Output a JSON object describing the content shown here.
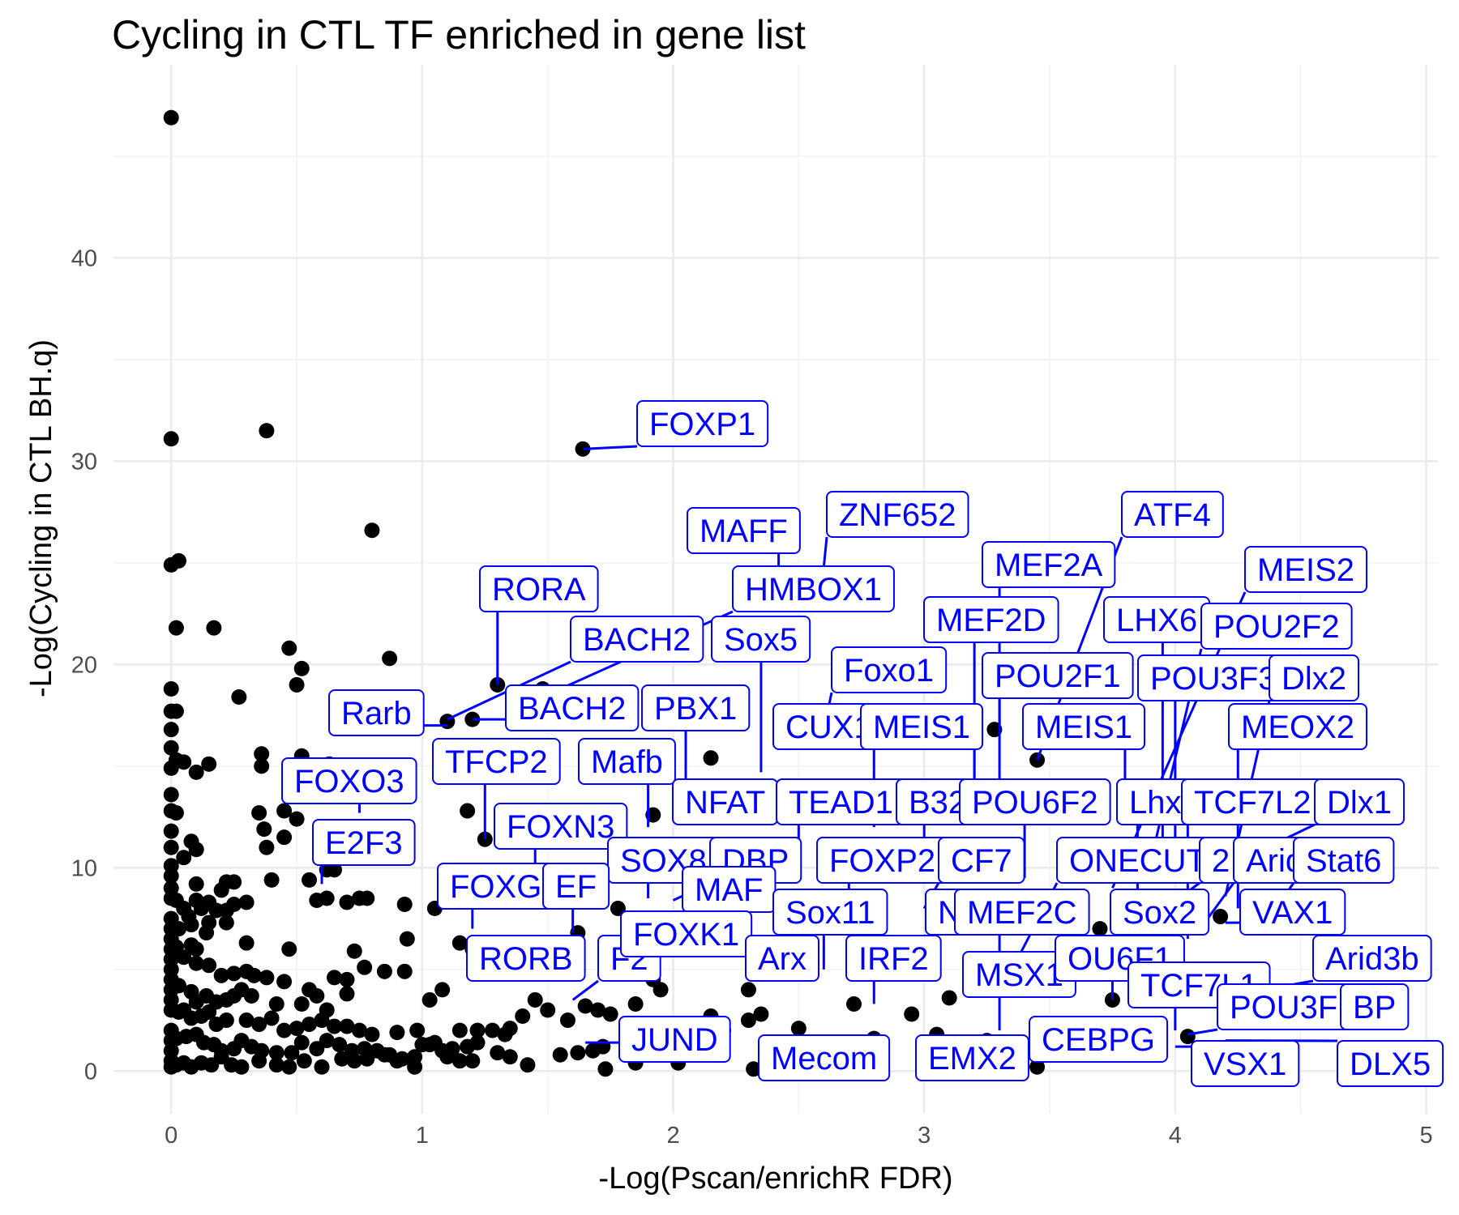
{
  "chart_data": {
    "type": "scatter",
    "title": "Cycling in CTL TF enriched in gene list",
    "xlabel": "-Log(Pscan/enrichR FDR)",
    "ylabel": "-Log(Cycling in CTL BH.q)",
    "xlim": [
      -0.23,
      5.05
    ],
    "ylim": [
      -2.1,
      49.5
    ],
    "x_ticks": [
      0,
      1,
      2,
      3,
      4,
      5
    ],
    "y_ticks": [
      0,
      10,
      20,
      30,
      40
    ],
    "grid": true,
    "point_color": "#000000",
    "label_color": "#0000ff",
    "labeled_points": [
      {
        "label": "FOXP1",
        "x": 1.64,
        "y": 30.6
      },
      {
        "label": "ZNF652",
        "x": 2.6,
        "y": 24.8
      },
      {
        "label": "MAFF",
        "x": 2.42,
        "y": 24.1
      },
      {
        "label": "ATF4",
        "x": 3.45,
        "y": 15.3
      },
      {
        "label": "RORA",
        "x": 1.3,
        "y": 19.0
      },
      {
        "label": "HMBOX1",
        "x": 1.55,
        "y": 18.8
      },
      {
        "label": "MEF2A",
        "x": 3.3,
        "y": 16.8
      },
      {
        "label": "MEIS2",
        "x": 3.75,
        "y": 9.0
      },
      {
        "label": "MEF2D",
        "x": 3.2,
        "y": 14.3
      },
      {
        "label": "LHX6",
        "x": 3.95,
        "y": 11.0
      },
      {
        "label": "POU2F2",
        "x": 3.9,
        "y": 10.2
      },
      {
        "label": "BACH2",
        "x": 1.1,
        "y": 17.3
      },
      {
        "label": "Sox5",
        "x": 2.35,
        "y": 14.7
      },
      {
        "label": "Foxo1",
        "x": 2.6,
        "y": 16.8
      },
      {
        "label": "POU2F1",
        "x": 3.3,
        "y": 12.5
      },
      {
        "label": "POU3F3",
        "x": 4.0,
        "y": 10.5
      },
      {
        "label": "Dlx2",
        "x": 4.2,
        "y": 8.6
      },
      {
        "label": "BACH2",
        "x": 1.2,
        "y": 17.3
      },
      {
        "label": "PBX1",
        "x": 2.05,
        "y": 13.5
      },
      {
        "label": "Rarb",
        "x": 1.1,
        "y": 17.0
      },
      {
        "label": "CUX1",
        "x": 2.8,
        "y": 12.0
      },
      {
        "label": "MEIS1",
        "x": 3.2,
        "y": 12.1
      },
      {
        "label": "MEIS1",
        "x": 3.8,
        "y": 13.6
      },
      {
        "label": "MEOX2",
        "x": 4.25,
        "y": 8.0
      },
      {
        "label": "TFCP2",
        "x": 1.25,
        "y": 11.4
      },
      {
        "label": "Mafb",
        "x": 1.9,
        "y": 12.0
      },
      {
        "label": "FOXO3",
        "x": 0.75,
        "y": 12.7
      },
      {
        "label": "NFAT",
        "x": 2.0,
        "y": 12.5
      },
      {
        "label": "TEAD1",
        "x": 2.5,
        "y": 10.5
      },
      {
        "label": "B32",
        "x": 3.0,
        "y": 10.5
      },
      {
        "label": "POU6F2",
        "x": 3.4,
        "y": 9.5
      },
      {
        "label": "Lhx",
        "x": 3.85,
        "y": 8.0
      },
      {
        "label": "TCF7L2",
        "x": 4.05,
        "y": 6.5
      },
      {
        "label": "Dlx1",
        "x": 4.35,
        "y": 10.9
      },
      {
        "label": "E2F3",
        "x": 0.6,
        "y": 9.2
      },
      {
        "label": "FOXN3",
        "x": 1.45,
        "y": 9.5
      },
      {
        "label": "SOX8",
        "x": 1.9,
        "y": 8.5
      },
      {
        "label": "DBP",
        "x": 2.0,
        "y": 8.4
      },
      {
        "label": "FOXP2",
        "x": 2.7,
        "y": 6.2
      },
      {
        "label": "CF7",
        "x": 3.0,
        "y": 8.0
      },
      {
        "label": "ONECUT2",
        "x": 3.35,
        "y": 5.0
      },
      {
        "label": "2",
        "x": 3.85,
        "y": 7.0
      },
      {
        "label": "Arid3",
        "x": 4.1,
        "y": 7.0
      },
      {
        "label": "Stat6",
        "x": 4.4,
        "y": 8.0
      },
      {
        "label": "FOXG1",
        "x": 1.2,
        "y": 7.0
      },
      {
        "label": "EF",
        "x": 1.6,
        "y": 6.8
      },
      {
        "label": "MAF",
        "x": 1.95,
        "y": 6.9
      },
      {
        "label": "Sox11",
        "x": 2.6,
        "y": 5.0
      },
      {
        "label": "NF",
        "x": 3.0,
        "y": 6.5
      },
      {
        "label": "MEF2C",
        "x": 3.3,
        "y": 5.4
      },
      {
        "label": "Sox2",
        "x": 3.9,
        "y": 4.5
      },
      {
        "label": "VAX1",
        "x": 4.2,
        "y": 7.3
      },
      {
        "label": "RORB",
        "x": 1.4,
        "y": 5.8
      },
      {
        "label": "F2",
        "x": 1.6,
        "y": 3.5
      },
      {
        "label": "FOXK1",
        "x": 1.8,
        "y": 5.0
      },
      {
        "label": "Arx",
        "x": 2.5,
        "y": 6.0
      },
      {
        "label": "IRF2",
        "x": 2.8,
        "y": 3.3
      },
      {
        "label": "MSX1",
        "x": 3.3,
        "y": 2.0
      },
      {
        "label": "OU6F1",
        "x": 3.75,
        "y": 3.5
      },
      {
        "label": "TCF7L1",
        "x": 4.0,
        "y": 2.0
      },
      {
        "label": "Arid3b",
        "x": 4.35,
        "y": 4.0
      },
      {
        "label": "POU3F1",
        "x": 4.05,
        "y": 1.8
      },
      {
        "label": "BP",
        "x": 4.35,
        "y": 2.5
      },
      {
        "label": "JUND",
        "x": 1.65,
        "y": 1.4
      },
      {
        "label": "Mecom",
        "x": 2.45,
        "y": 0.0
      },
      {
        "label": "EMX2",
        "x": 3.25,
        "y": 1.2
      },
      {
        "label": "CEBPG",
        "x": 3.5,
        "y": 1.2
      },
      {
        "label": "VSX1",
        "x": 4.0,
        "y": 1.2
      },
      {
        "label": "DLX5",
        "x": 4.2,
        "y": 1.5
      }
    ],
    "points": [
      [
        0,
        46.9
      ],
      [
        0,
        31.1
      ],
      [
        0.03,
        25.1
      ],
      [
        0,
        24.9
      ],
      [
        0.02,
        21.8
      ],
      [
        0.17,
        21.8
      ],
      [
        0.38,
        31.5
      ],
      [
        0.8,
        26.6
      ],
      [
        0.87,
        20.3
      ],
      [
        0.47,
        20.8
      ],
      [
        0.52,
        19.8
      ],
      [
        0,
        18.8
      ],
      [
        0.02,
        17.7
      ],
      [
        0,
        17.7
      ],
      [
        0,
        16.8
      ],
      [
        0.27,
        18.4
      ],
      [
        0.5,
        19.0
      ],
      [
        0,
        15.9
      ],
      [
        0.02,
        15.3
      ],
      [
        0.05,
        15.2
      ],
      [
        0,
        14.9
      ],
      [
        0.1,
        14.7
      ],
      [
        0.15,
        15.1
      ],
      [
        0.36,
        15.6
      ],
      [
        0.52,
        15.5
      ],
      [
        0.36,
        15.0
      ],
      [
        0.63,
        15.1
      ],
      [
        0.5,
        14.7
      ],
      [
        0,
        13.6
      ],
      [
        0,
        12.8
      ],
      [
        0.02,
        12.7
      ],
      [
        0.35,
        12.7
      ],
      [
        0.45,
        12.8
      ],
      [
        0.5,
        12.4
      ],
      [
        0,
        11.8
      ],
      [
        0.37,
        11.9
      ],
      [
        0.45,
        11.5
      ],
      [
        0.8,
        12.0
      ],
      [
        0.38,
        11.0
      ],
      [
        0,
        11.0
      ],
      [
        0.08,
        11.3
      ],
      [
        0.1,
        10.9
      ],
      [
        0.05,
        10.5
      ],
      [
        0,
        10.1
      ],
      [
        0,
        9.6
      ],
      [
        0.1,
        9.2
      ],
      [
        0.22,
        9.3
      ],
      [
        0.25,
        9.3
      ],
      [
        0.3,
        8.3
      ],
      [
        0.4,
        9.4
      ],
      [
        0.55,
        9.4
      ],
      [
        0.58,
        8.4
      ],
      [
        0.62,
        8.5
      ],
      [
        0.65,
        9.9
      ],
      [
        0.7,
        8.3
      ],
      [
        0.75,
        8.5
      ],
      [
        0.78,
        8.5
      ],
      [
        0.93,
        8.2
      ],
      [
        0,
        9.0
      ],
      [
        0,
        8.5
      ],
      [
        0.02,
        8.4
      ],
      [
        0.05,
        8.0
      ],
      [
        0.07,
        7.6
      ],
      [
        0.1,
        8.4
      ],
      [
        0.12,
        8.0
      ],
      [
        0.15,
        8.3
      ],
      [
        0.18,
        7.9
      ],
      [
        0.2,
        8.9
      ],
      [
        0.22,
        7.9
      ],
      [
        0.25,
        8.2
      ],
      [
        0,
        7.5
      ],
      [
        0,
        7.0
      ],
      [
        0.03,
        7.0
      ],
      [
        0.08,
        7.2
      ],
      [
        0.15,
        7.3
      ],
      [
        0.22,
        7.3
      ],
      [
        0,
        6.5
      ],
      [
        0,
        6.0
      ],
      [
        0.02,
        6.1
      ],
      [
        0.08,
        6.2
      ],
      [
        0.1,
        6.0
      ],
      [
        0.14,
        6.8
      ],
      [
        0.3,
        6.3
      ],
      [
        0.47,
        6.0
      ],
      [
        0.73,
        5.9
      ],
      [
        0,
        5.5
      ],
      [
        0,
        5.0
      ],
      [
        0.05,
        5.6
      ],
      [
        0.1,
        5.3
      ],
      [
        0.15,
        5.2
      ],
      [
        0.2,
        4.7
      ],
      [
        0.25,
        4.8
      ],
      [
        0.3,
        4.9
      ],
      [
        0.33,
        4.7
      ],
      [
        0.38,
        4.6
      ],
      [
        0.45,
        4.4
      ],
      [
        0.55,
        4.0
      ],
      [
        0.65,
        4.6
      ],
      [
        0.7,
        4.5
      ],
      [
        0.77,
        5.1
      ],
      [
        0.85,
        4.9
      ],
      [
        0.94,
        6.5
      ],
      [
        0,
        4.5
      ],
      [
        0,
        4.0
      ],
      [
        0.03,
        4.2
      ],
      [
        0.08,
        3.9
      ],
      [
        0.1,
        3.4
      ],
      [
        0.14,
        3.7
      ],
      [
        0.18,
        3.4
      ],
      [
        0.22,
        3.5
      ],
      [
        0.25,
        3.7
      ],
      [
        0.28,
        4.0
      ],
      [
        0.32,
        3.7
      ],
      [
        0.42,
        3.3
      ],
      [
        0.52,
        3.3
      ],
      [
        0.58,
        3.7
      ],
      [
        0.62,
        3.0
      ],
      [
        0.7,
        3.8
      ],
      [
        0,
        3.5
      ],
      [
        0,
        3.0
      ],
      [
        0.03,
        2.9
      ],
      [
        0.05,
        3.0
      ],
      [
        0.08,
        2.6
      ],
      [
        0.12,
        2.7
      ],
      [
        0.15,
        2.9
      ],
      [
        0.18,
        2.3
      ],
      [
        0.22,
        2.5
      ],
      [
        0.3,
        2.5
      ],
      [
        0.35,
        2.3
      ],
      [
        0.4,
        2.6
      ],
      [
        0.45,
        2.0
      ],
      [
        0.5,
        2.1
      ],
      [
        0.55,
        2.3
      ],
      [
        0.6,
        2.5
      ],
      [
        0.65,
        2.2
      ],
      [
        0.7,
        2.2
      ],
      [
        0.75,
        2.0
      ],
      [
        0.8,
        1.8
      ],
      [
        0.9,
        1.9
      ],
      [
        0.98,
        2.0
      ],
      [
        0,
        2.0
      ],
      [
        0,
        1.5
      ],
      [
        0.02,
        1.6
      ],
      [
        0.06,
        1.7
      ],
      [
        0.1,
        1.8
      ],
      [
        0.13,
        1.4
      ],
      [
        0.17,
        1.3
      ],
      [
        0.2,
        1.0
      ],
      [
        0.25,
        1.1
      ],
      [
        0.28,
        1.5
      ],
      [
        0.32,
        1.2
      ],
      [
        0.36,
        1.0
      ],
      [
        0.42,
        0.9
      ],
      [
        0.48,
        0.9
      ],
      [
        0.52,
        1.4
      ],
      [
        0.58,
        1.1
      ],
      [
        0.62,
        1.5
      ],
      [
        0.67,
        1.3
      ],
      [
        0.72,
        1.0
      ],
      [
        0.77,
        1.1
      ],
      [
        0.82,
        1.0
      ],
      [
        0.87,
        0.8
      ],
      [
        0.92,
        0.6
      ],
      [
        0.97,
        0.7
      ],
      [
        1.0,
        1.3
      ],
      [
        1.03,
        1.3
      ],
      [
        1.08,
        1.0
      ],
      [
        1.12,
        1.1
      ],
      [
        1.18,
        1.2
      ],
      [
        1.22,
        1.4
      ],
      [
        0,
        1.0
      ],
      [
        0,
        0.5
      ],
      [
        0,
        0.2
      ],
      [
        0.02,
        0.3
      ],
      [
        0.05,
        0.4
      ],
      [
        0.08,
        0.2
      ],
      [
        0.12,
        0.4
      ],
      [
        0.16,
        0.3
      ],
      [
        0.2,
        0.7
      ],
      [
        0.24,
        0.3
      ],
      [
        0.28,
        0.2
      ],
      [
        0.35,
        0.5
      ],
      [
        0.42,
        0.3
      ],
      [
        0.47,
        0.2
      ],
      [
        0.53,
        0.5
      ],
      [
        0.6,
        0.2
      ],
      [
        0.68,
        0.6
      ],
      [
        0.73,
        0.5
      ],
      [
        0.78,
        0.6
      ],
      [
        0.85,
        0.8
      ],
      [
        0.9,
        0.5
      ],
      [
        0.97,
        0.2
      ],
      [
        1.05,
        1.4
      ],
      [
        1.1,
        0.7
      ],
      [
        1.15,
        0.5
      ],
      [
        1.2,
        0.5
      ],
      [
        1.3,
        0.9
      ],
      [
        1.35,
        0.7
      ],
      [
        1.42,
        0.3
      ],
      [
        1.55,
        0.8
      ],
      [
        1.62,
        0.9
      ],
      [
        1.68,
        1.0
      ],
      [
        1.72,
        1.2
      ],
      [
        1.73,
        0.1
      ],
      [
        1.85,
        0.4
      ],
      [
        2.02,
        0.4
      ],
      [
        2.32,
        0.1
      ],
      [
        1.03,
        3.5
      ],
      [
        1.08,
        4.0
      ],
      [
        1.15,
        2.0
      ],
      [
        1.22,
        2.0
      ],
      [
        1.28,
        2.0
      ],
      [
        1.33,
        1.8
      ],
      [
        1.35,
        2.1
      ],
      [
        1.4,
        2.7
      ],
      [
        1.45,
        3.5
      ],
      [
        1.5,
        3.0
      ],
      [
        1.58,
        2.5
      ],
      [
        1.65,
        3.2
      ],
      [
        1.7,
        3.0
      ],
      [
        1.75,
        2.8
      ],
      [
        1.85,
        3.3
      ],
      [
        1.95,
        4.0
      ],
      [
        2.15,
        2.7
      ],
      [
        2.2,
        2.0
      ],
      [
        2.3,
        2.5
      ],
      [
        2.35,
        2.8
      ],
      [
        2.5,
        2.1
      ],
      [
        2.7,
        1.0
      ],
      [
        2.8,
        1.6
      ],
      [
        3.05,
        1.8
      ],
      [
        3.25,
        1.5
      ],
      [
        3.3,
        1.0
      ],
      [
        3.35,
        1.2
      ],
      [
        3.45,
        0.2
      ],
      [
        1.05,
        8.0
      ],
      [
        1.15,
        6.3
      ],
      [
        1.2,
        6.0
      ],
      [
        1.32,
        5.8
      ],
      [
        1.35,
        6.2
      ],
      [
        1.45,
        9.6
      ],
      [
        1.62,
        6.8
      ],
      [
        1.78,
        8.0
      ],
      [
        1.97,
        6.9
      ],
      [
        2.22,
        8.5
      ],
      [
        2.55,
        6.0
      ],
      [
        2.72,
        5.3
      ],
      [
        3.05,
        8.0
      ],
      [
        3.22,
        5.0
      ],
      [
        3.5,
        5.0
      ],
      [
        3.7,
        7.0
      ],
      [
        3.95,
        8.0
      ],
      [
        4.18,
        7.6
      ],
      [
        4.35,
        10.9
      ],
      [
        2.57,
        16.8
      ],
      [
        3.28,
        16.8
      ],
      [
        3.45,
        15.3
      ],
      [
        3.82,
        13.6
      ],
      [
        1.92,
        12.6
      ],
      [
        2.15,
        15.4
      ],
      [
        1.48,
        18.8
      ],
      [
        1.2,
        17.3
      ],
      [
        1.1,
        17.2
      ],
      [
        1.3,
        19.0
      ],
      [
        1.64,
        30.6
      ],
      [
        2.42,
        24.1
      ],
      [
        1.25,
        11.4
      ],
      [
        1.18,
        12.8
      ],
      [
        0.62,
        9.9
      ],
      [
        0.93,
        4.9
      ],
      [
        2.72,
        3.3
      ],
      [
        2.95,
        2.8
      ],
      [
        3.1,
        3.6
      ],
      [
        3.75,
        3.5
      ],
      [
        4.05,
        1.7
      ],
      [
        3.95,
        5.6
      ],
      [
        2.75,
        5.4
      ],
      [
        2.3,
        4.0
      ],
      [
        1.92,
        4.5
      ],
      [
        1.8,
        5.9
      ]
    ]
  }
}
